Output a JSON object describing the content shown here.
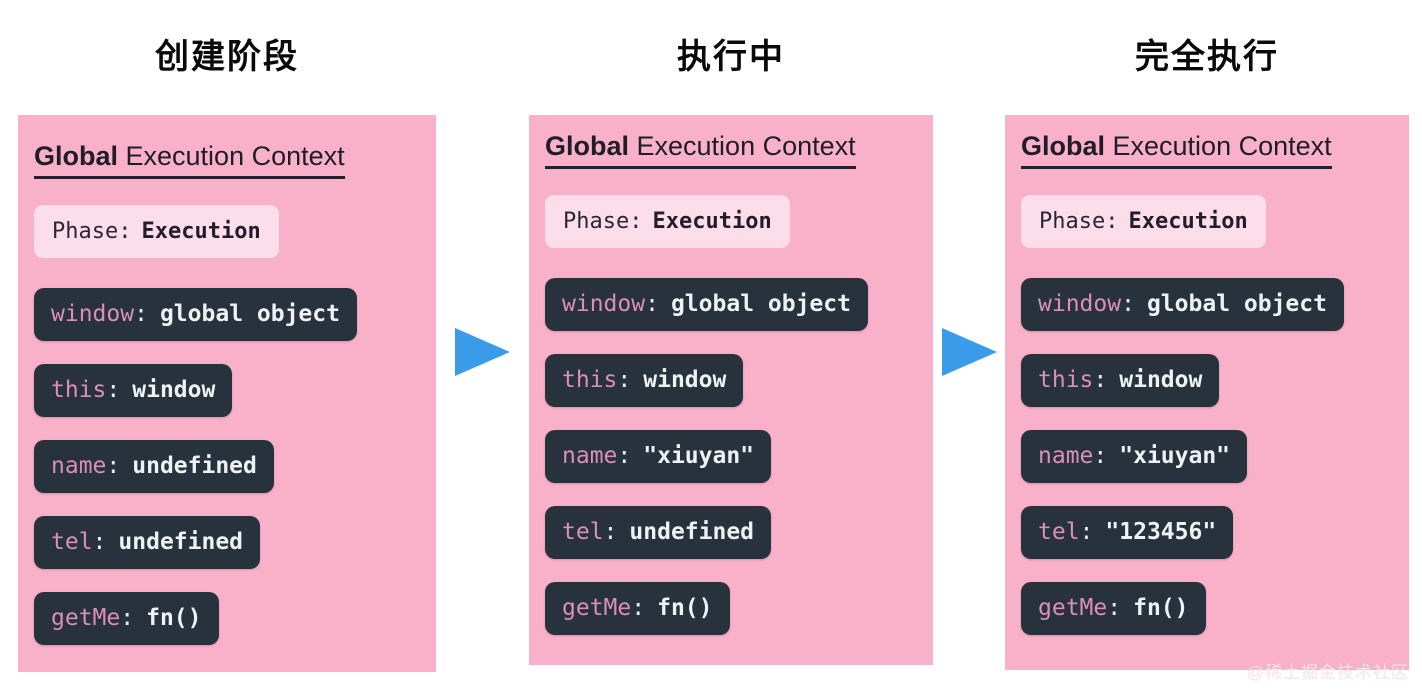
{
  "strings": {
    "colon": ":"
  },
  "colors": {
    "page_bg": "#ffffff",
    "panel_bg": "#f8b1c9",
    "phase_bg": "#fcdeeb",
    "code_box_bg": "#28323c",
    "code_key": "#d98fb6",
    "code_value": "#eef2f4",
    "arrow": "#3a9ce8",
    "heading_text": "#211c28",
    "title_text": "#0a0a0a"
  },
  "watermark": "@稀土掘金技术社区",
  "arrows": [
    {
      "icon": "right-arrow-icon"
    },
    {
      "icon": "right-arrow-icon"
    }
  ],
  "columns": [
    {
      "title": "创建阶段",
      "card": {
        "heading_bold": "Global",
        "heading_rest": " Execution Context",
        "phase_label": "Phase:",
        "phase_value": "Execution",
        "entries": [
          {
            "key": "window",
            "value": "global object"
          },
          {
            "key": "this",
            "value": "window"
          },
          {
            "key": "name",
            "value": "undefined"
          },
          {
            "key": "tel",
            "value": "undefined"
          },
          {
            "key": "getMe",
            "value": "fn()"
          }
        ]
      }
    },
    {
      "title": "执行中",
      "card": {
        "heading_bold": "Global",
        "heading_rest": " Execution Context",
        "phase_label": "Phase:",
        "phase_value": "Execution",
        "entries": [
          {
            "key": "window",
            "value": "global object"
          },
          {
            "key": "this",
            "value": "window"
          },
          {
            "key": "name",
            "value": "\"xiuyan\""
          },
          {
            "key": "tel",
            "value": "undefined"
          },
          {
            "key": "getMe",
            "value": "fn()"
          }
        ]
      }
    },
    {
      "title": "完全执行",
      "card": {
        "heading_bold": "Global",
        "heading_rest": " Execution Context",
        "phase_label": "Phase:",
        "phase_value": "Execution",
        "entries": [
          {
            "key": "window",
            "value": "global object"
          },
          {
            "key": "this",
            "value": "window"
          },
          {
            "key": "name",
            "value": "\"xiuyan\""
          },
          {
            "key": "tel",
            "value": "\"123456\""
          },
          {
            "key": "getMe",
            "value": "fn()"
          }
        ]
      }
    }
  ]
}
